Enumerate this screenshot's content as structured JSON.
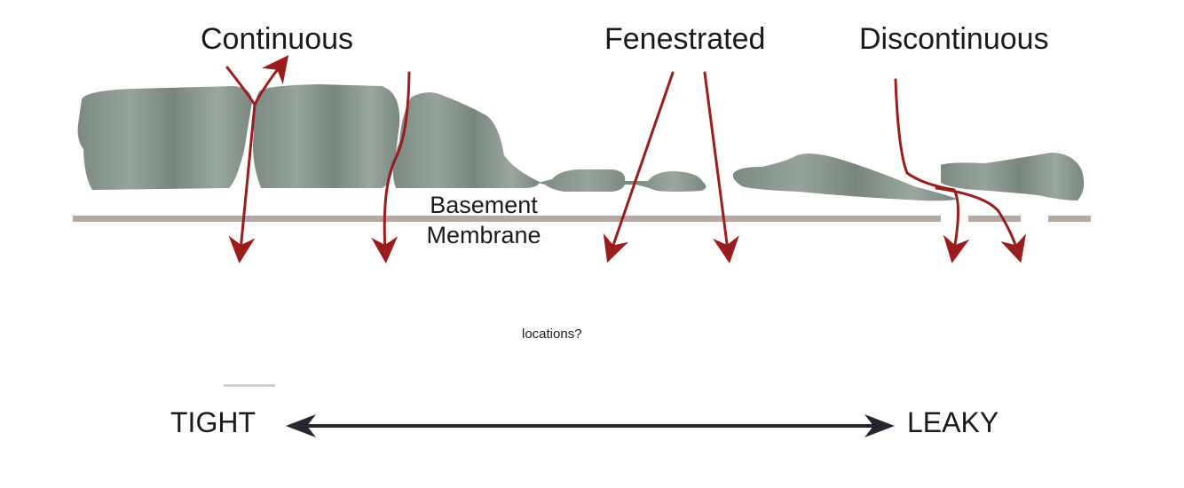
{
  "headings": {
    "continuous": "Continuous",
    "fenestrated": "Fenestrated",
    "discontinuous": "Discontinuous"
  },
  "basement_membrane": {
    "line1": "Basement",
    "line2": "Membrane"
  },
  "caption": "locations?",
  "scale": {
    "left": "TIGHT",
    "right": "LEAKY"
  },
  "colors": {
    "cell": "#8a9890",
    "membrane": "#b8a8a4",
    "path": "#9b1c1c",
    "scale_arrow": "#262631",
    "text": "#1a1a1a"
  }
}
